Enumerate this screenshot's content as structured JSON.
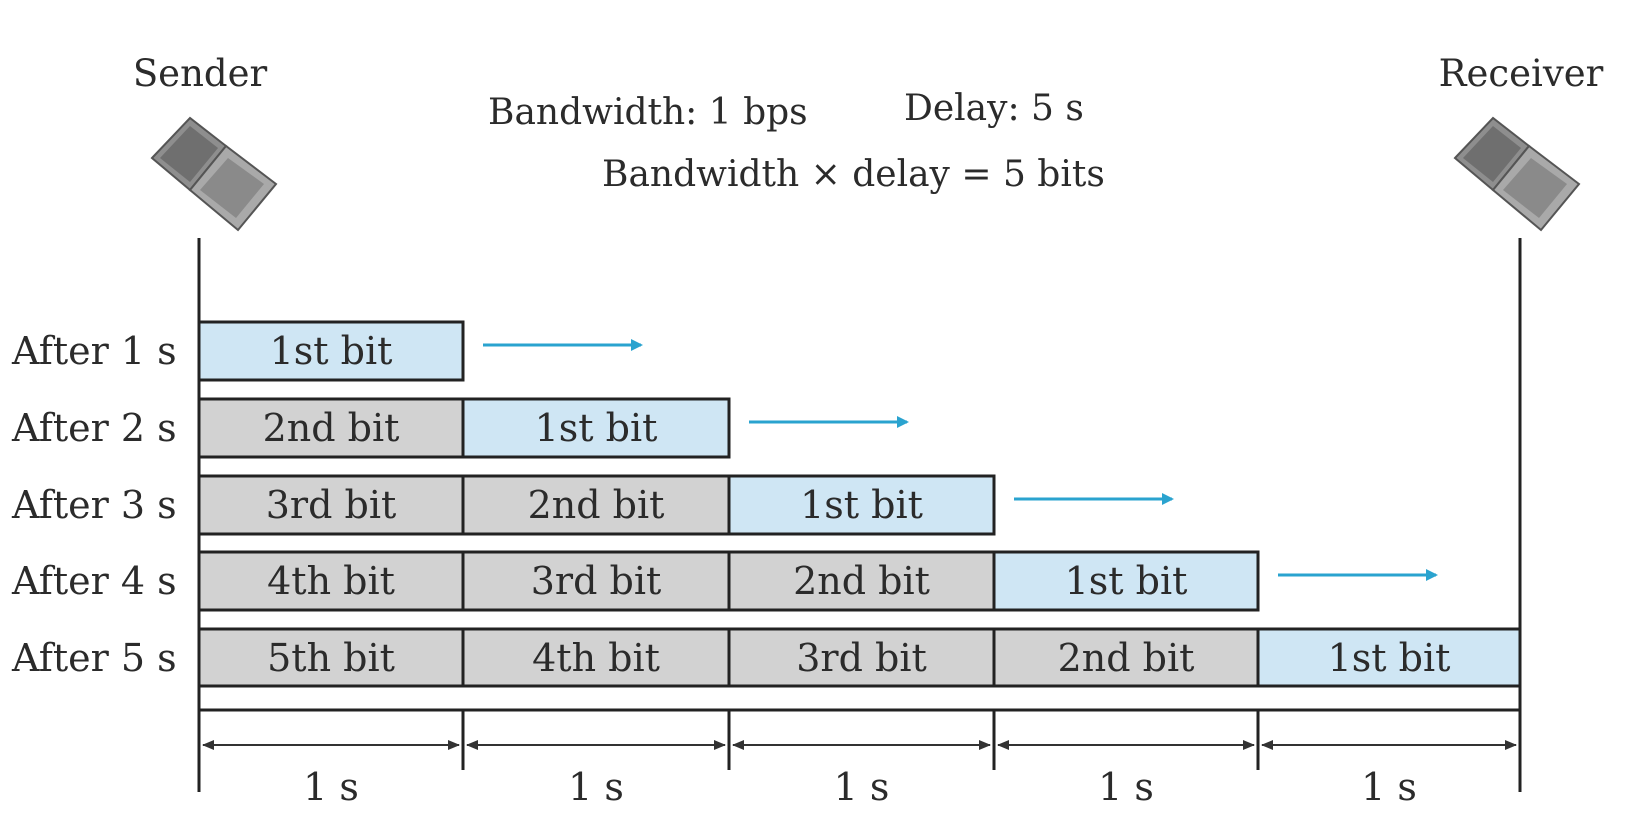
{
  "sender": {
    "label": "Sender",
    "icon": "laptop-icon"
  },
  "receiver": {
    "label": "Receiver",
    "icon": "laptop-icon"
  },
  "header": {
    "bandwidth": "Bandwidth: 1 bps",
    "delay": "Delay: 5 s",
    "product": "Bandwidth × delay = 5 bits"
  },
  "rows": [
    {
      "label": "After 1 s",
      "cells": [
        "1st bit"
      ]
    },
    {
      "label": "After 2 s",
      "cells": [
        "2nd bit",
        "1st bit"
      ]
    },
    {
      "label": "After 3 s",
      "cells": [
        "3rd bit",
        "2nd bit",
        "1st bit"
      ]
    },
    {
      "label": "After 4 s",
      "cells": [
        "4th bit",
        "3rd bit",
        "2nd bit",
        "1st bit"
      ]
    },
    {
      "label": "After 5 s",
      "cells": [
        "5th bit",
        "4th bit",
        "3rd bit",
        "2nd bit",
        "1st bit"
      ]
    }
  ],
  "durations": [
    "1 s",
    "1 s",
    "1 s",
    "1 s",
    "1 s"
  ],
  "colors": {
    "leading_bit": "#cfe6f4",
    "queued_bit": "#d2d2d2",
    "arrow": "#2aa3cf",
    "line": "#222222"
  }
}
